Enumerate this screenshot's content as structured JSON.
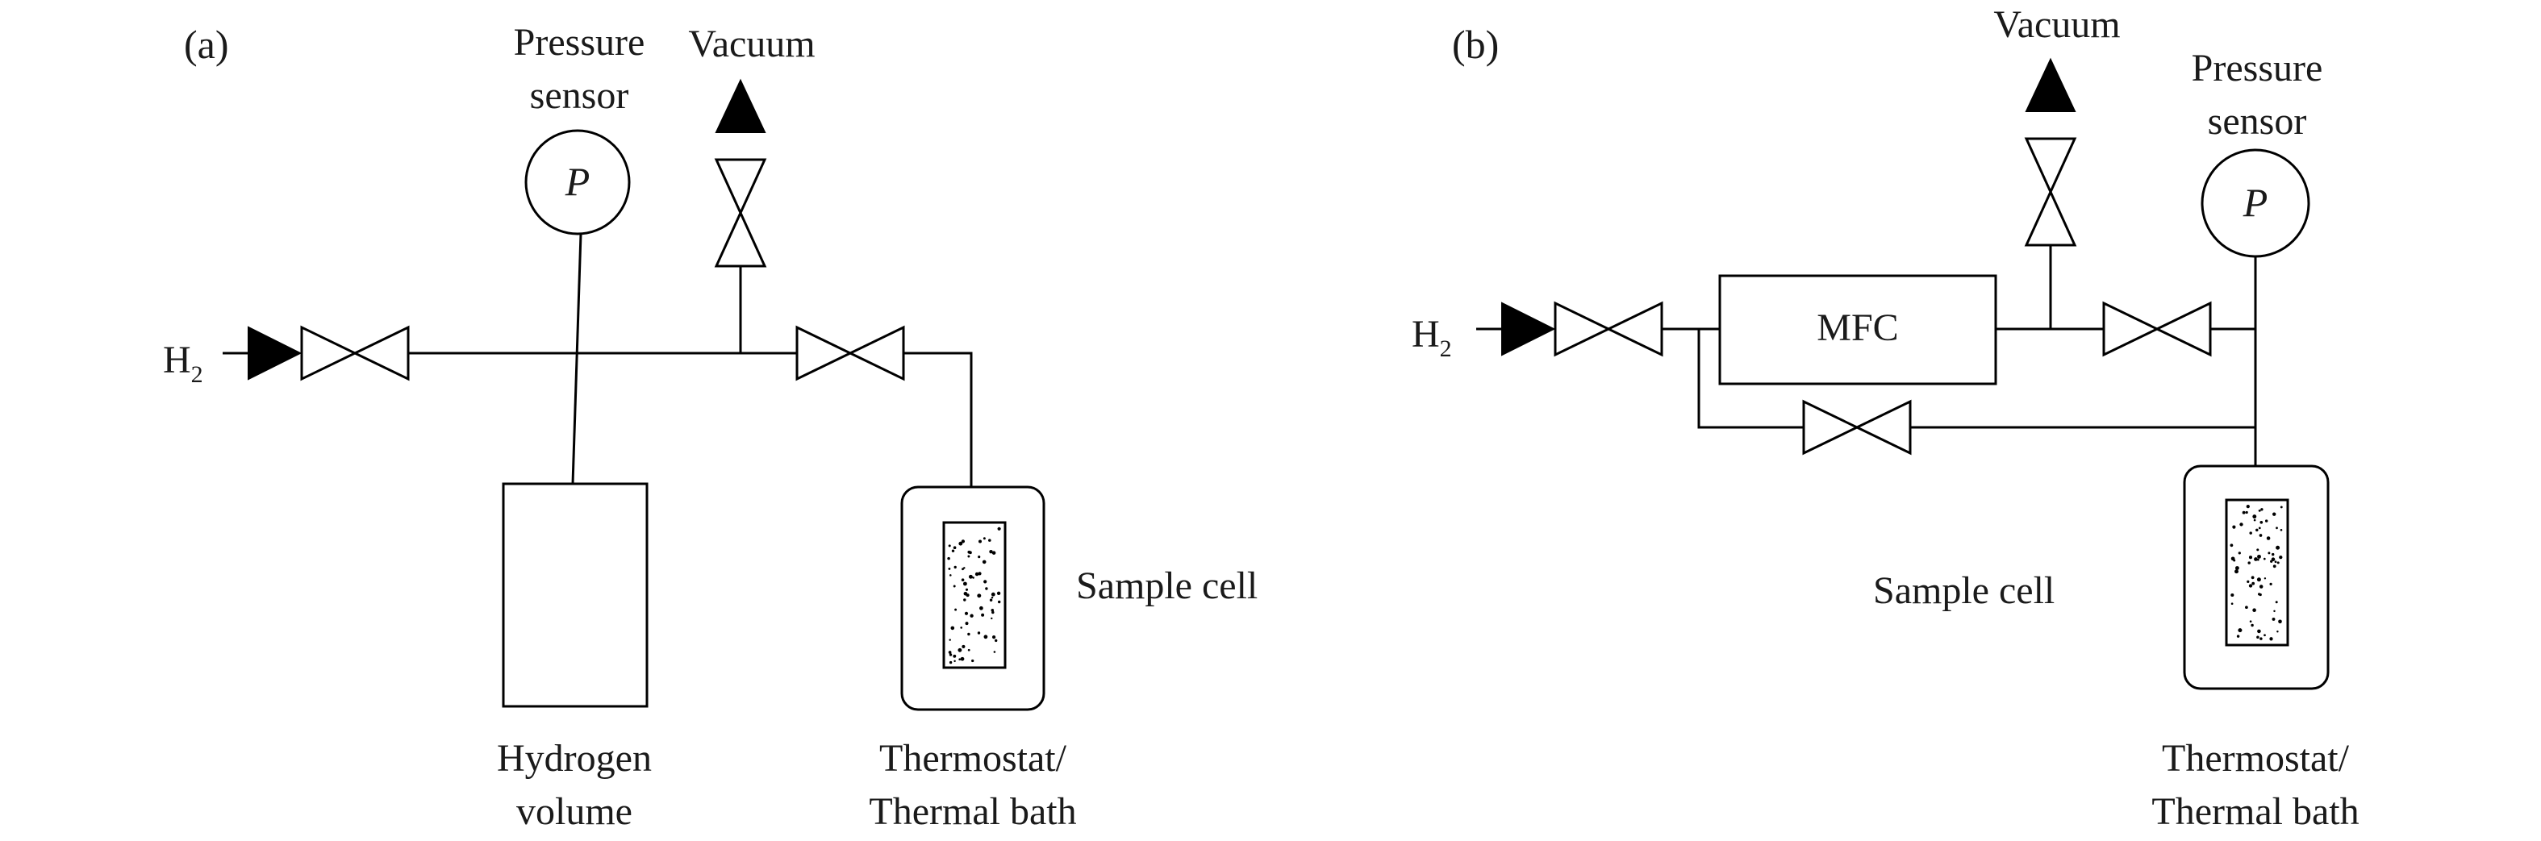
{
  "panel_a": {
    "tag": "(a)",
    "h2_main": "H",
    "h2_sub": "2",
    "pressure_label_1": "Pressure",
    "pressure_label_2": "sensor",
    "pressure_symbol": "P",
    "vacuum_label": "Vacuum",
    "volume_label_1": "Hydrogen",
    "volume_label_2": "volume",
    "sample_cell_label": "Sample cell",
    "bath_label_1": "Thermostat/",
    "bath_label_2": "Thermal bath"
  },
  "panel_b": {
    "tag": "(b)",
    "h2_main": "H",
    "h2_sub": "2",
    "mfc_label": "MFC",
    "vacuum_label": "Vacuum",
    "pressure_label_1": "Pressure",
    "pressure_label_2": "sensor",
    "pressure_symbol": "P",
    "sample_cell_label": "Sample cell",
    "bath_label_1": "Thermostat/",
    "bath_label_2": "Thermal bath"
  }
}
